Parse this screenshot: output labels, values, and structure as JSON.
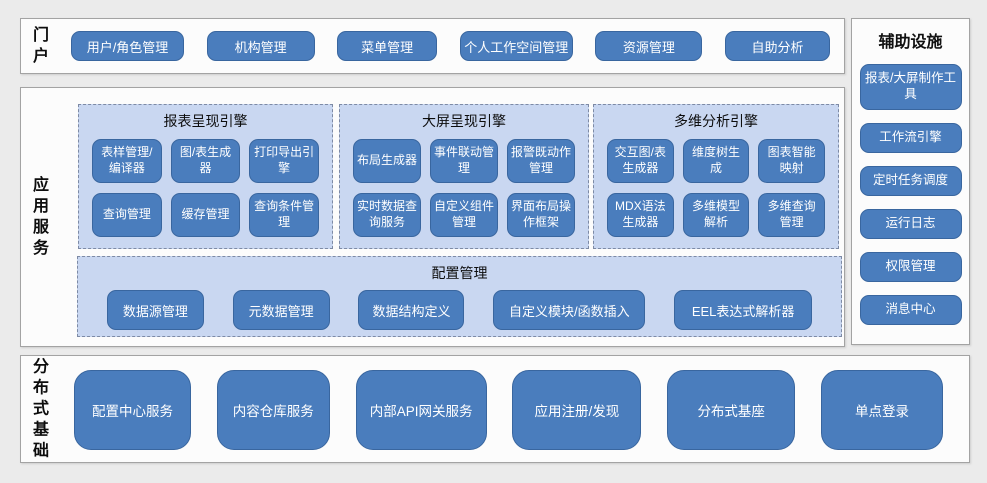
{
  "colors": {
    "page_bg": "#ebebeb",
    "panel_bg": "#fcfcfc",
    "panel_border": "#a3a3a3",
    "node_fill": "#4a7dbd",
    "node_border": "#39669f",
    "node_text": "#ffffff",
    "group_bg": "#c9d7f1",
    "group_border": "#7d8aa5",
    "label_text": "#0d0d0d"
  },
  "sections": {
    "portal": {
      "label": "门户",
      "buttons": [
        "用户/角色管理",
        "机构管理",
        "菜单管理",
        "个人工作空间管理",
        "资源管理",
        "自助分析"
      ]
    },
    "app_services": {
      "label": "应用服务",
      "groups": [
        {
          "title": "报表呈现引擎",
          "buttons": [
            "表样管理/编译器",
            "图/表生成器",
            "打印导出引擎",
            "查询管理",
            "缓存管理",
            "查询条件管理"
          ]
        },
        {
          "title": "大屏呈现引擎",
          "buttons": [
            "布局生成器",
            "事件联动管理",
            "报警既动作管理",
            "实时数据查询服务",
            "自定义组件管理",
            "界面布局操作框架"
          ]
        },
        {
          "title": "多维分析引擎",
          "buttons": [
            "交互图/表生成器",
            "维度树生成",
            "图表智能映射",
            "MDX语法生成器",
            "多维模型解析",
            "多维查询管理"
          ]
        }
      ],
      "config": {
        "title": "配置管理",
        "buttons": [
          "数据源管理",
          "元数据管理",
          "数据结构定义",
          "自定义模块/函数插入",
          "EEL表达式解析器"
        ]
      }
    },
    "auxiliary": {
      "label": "辅助设施",
      "buttons": [
        "报表/大屏制作工具",
        "工作流引擎",
        "定时任务调度",
        "运行日志",
        "权限管理",
        "消息中心"
      ]
    },
    "distributed": {
      "label": "分布式基础",
      "buttons": [
        "配置中心服务",
        "内容仓库服务",
        "内部API网关服务",
        "应用注册/发现",
        "分布式基座",
        "单点登录"
      ]
    }
  }
}
